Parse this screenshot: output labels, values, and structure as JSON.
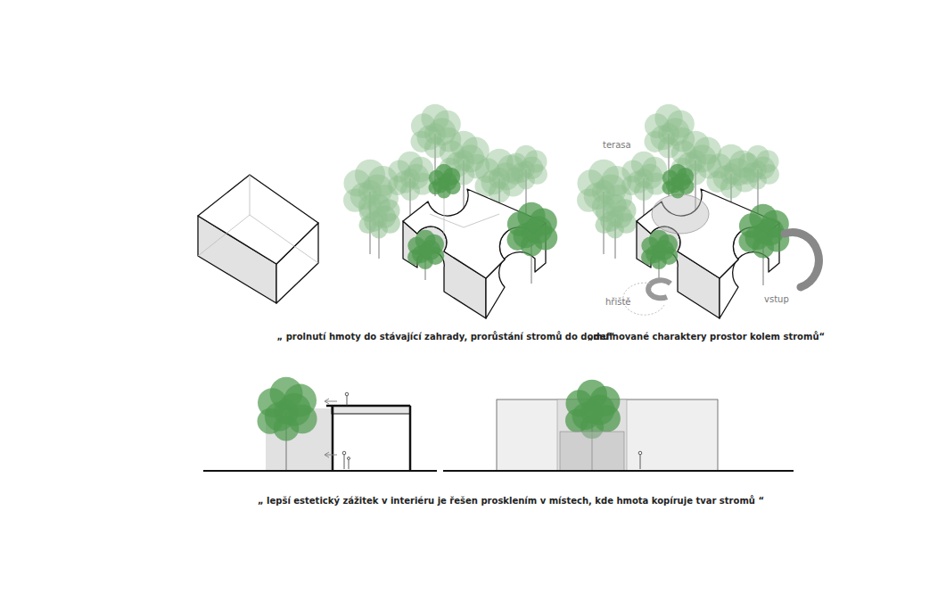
{
  "diagram": {
    "labels": [
      "terasa",
      "hřiště",
      "vstup",
      "„ prolnutí hmoty do stávající zahrady, prorůstání stromů do domu“",
      "„definované charaktery prostor kolem stromů“",
      "„ lepší estetický zážitek v interiéru je řešen prosklením v místech, kde hmota kopíruje tvar stromů “"
    ]
  }
}
